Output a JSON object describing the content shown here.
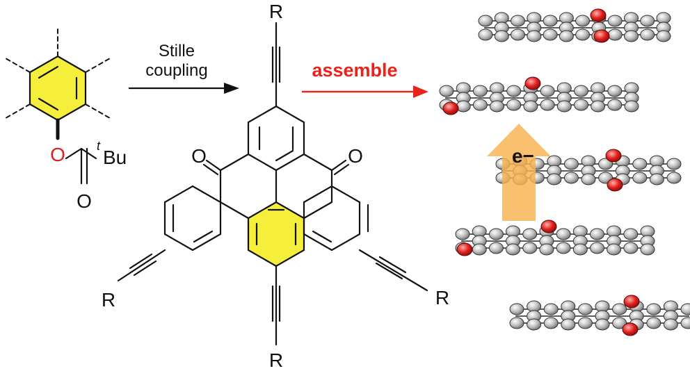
{
  "reactant": {
    "ester_oxygen": "O",
    "carbonyl_oxygen": "O",
    "tbu_superscript": "t",
    "tbu_text": "Bu"
  },
  "step1": {
    "line1": "Stille",
    "line2": "coupling"
  },
  "step2": {
    "label": "assemble"
  },
  "product": {
    "substituent_top": "R",
    "substituent_left": "R",
    "substituent_right": "R",
    "substituent_bottom": "R",
    "ketone_left": "O",
    "ketone_right": "O"
  },
  "stack": {
    "electron_label": "e−",
    "layer_count": 5
  },
  "colors": {
    "highlight_ring": "#f5ee3a",
    "oxygen": "#e0201b",
    "assemble_arrow": "#e8231c",
    "electron_arrow": "#f6b24f",
    "bond": "#111111",
    "atom_gray": "#9d9d9d"
  }
}
